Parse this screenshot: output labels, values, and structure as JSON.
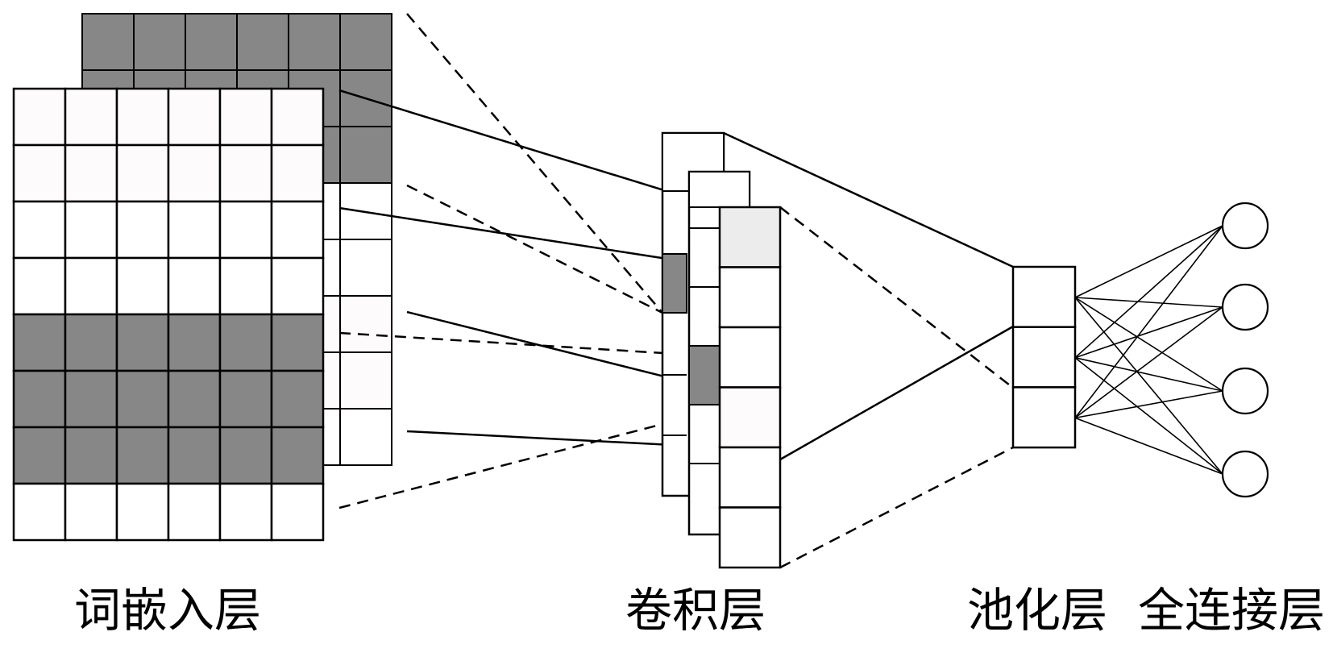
{
  "title": "CNN text classification architecture",
  "colors": {
    "stroke": "#000000",
    "dark_cell": "#878787",
    "light_cell": "#ececec",
    "pale_cell": "#fdfbfc",
    "white": "#ffffff"
  },
  "labels": {
    "embedding": "词嵌入层",
    "convolution": "卷积层",
    "pooling": "池化层",
    "fully_connected": "全连接层"
  },
  "embedding_layer": {
    "rows": 8,
    "cols": 6,
    "highlighted_rows": [
      4,
      5,
      6
    ],
    "back_sheet_dark_rows": 3
  },
  "convolution_layer": {
    "feature_maps": 3,
    "front_map_cells": 6,
    "front_map_highlighted_cell": 0
  },
  "pooling_layer": {
    "cells": 3
  },
  "fully_connected_layer": {
    "nodes": 4
  }
}
